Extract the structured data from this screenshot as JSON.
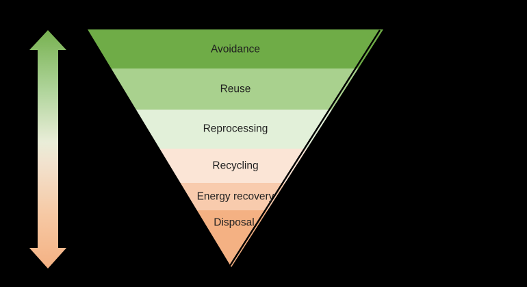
{
  "background_color": "#000000",
  "preference_arrow": {
    "orientation": "vertical-double-headed",
    "gradient_stops": [
      "#77B150",
      "#AFD49A",
      "#E9EDD8",
      "#F2E2CE",
      "#F6C8A3",
      "#F4B183"
    ]
  },
  "pyramid": {
    "shape": "inverted-triangle",
    "label_color": "#1F1F1F",
    "shadow_color": "#000000",
    "levels": [
      {
        "label": "Avoidance",
        "color": "#6FAC47"
      },
      {
        "label": "Reuse",
        "color": "#A9D18E"
      },
      {
        "label": "Reprocessing",
        "color": "#E2F0D9"
      },
      {
        "label": "Recycling",
        "color": "#FBE5D6"
      },
      {
        "label": "Energy recovery",
        "color": "#F8CBAD"
      },
      {
        "label": "Disposal",
        "color": "#F4B183"
      }
    ]
  }
}
